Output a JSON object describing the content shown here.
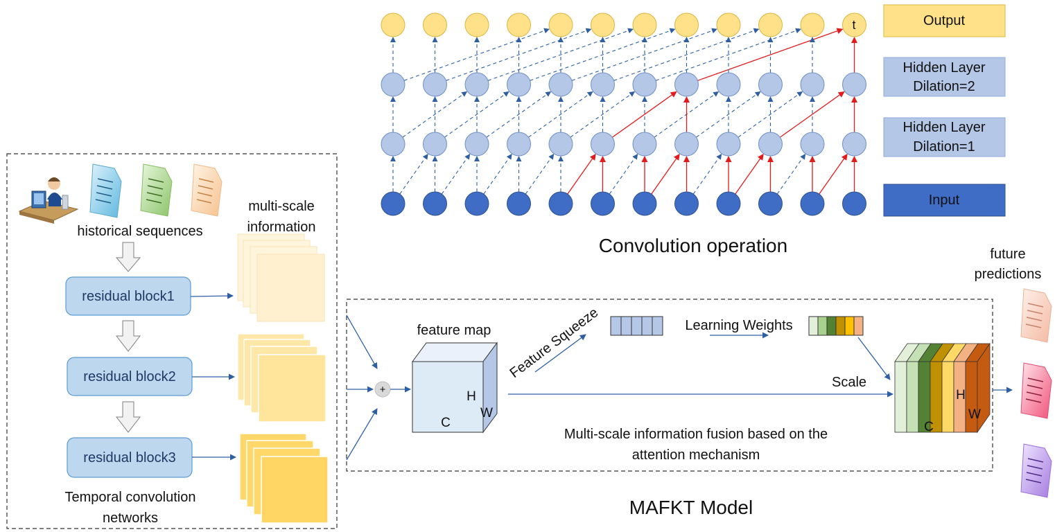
{
  "tcn_panel": {
    "historical_sequences": "historical sequences",
    "multi_scale_line1": "multi-scale",
    "multi_scale_line2": "information",
    "residual_blocks": [
      "residual block1",
      "residual block2",
      "residual block3"
    ],
    "tcn_title_line1": "Temporal convolution",
    "tcn_title_line2": "networks"
  },
  "convolution": {
    "legend": {
      "output": "Output",
      "hidden2_line1": "Hidden Layer",
      "hidden2_line2": "Dilation=2",
      "hidden1_line1": "Hidden Layer",
      "hidden1_line2": "Dilation=1",
      "input": "Input"
    },
    "t_label": "t",
    "title": "Convolution operation"
  },
  "fusion": {
    "feature_map": "feature map",
    "dim_c": "C",
    "dim_h": "H",
    "dim_w": "W",
    "feature_squeeze": "Feature Squeeze",
    "learning_weights": "Learning Weights",
    "scale": "Scale",
    "plus": "+",
    "caption_line1": "Multi-scale information fusion based on the",
    "caption_line2": "attention mechanism",
    "model_title": "MAFKT Model",
    "future_line1": "future",
    "future_line2": "predictions"
  },
  "colors": {
    "output_node": "#FFE18A",
    "hidden_node": "#B4C7E7",
    "input_node": "#3F6CC4",
    "red_path": "#E31A1C",
    "blue_link": "#2E5FA3",
    "residual_fill": "#BDD7EE",
    "weight_bars": [
      "#E2EFD9",
      "#A9D18E",
      "#548235",
      "#BF9000",
      "#FFC000",
      "#F4B183"
    ],
    "scaled_slices": [
      "#E2EFD9",
      "#C5E0B4",
      "#548235",
      "#BF9000",
      "#FFD966",
      "#F4B183",
      "#C55A11"
    ]
  },
  "icons": {
    "user": "user-at-computer-icon",
    "docs": [
      "document-blue-icon",
      "document-green-icon",
      "document-orange-icon"
    ],
    "predictions": [
      "document-peach-icon",
      "document-pink-icon",
      "document-purple-icon"
    ]
  }
}
